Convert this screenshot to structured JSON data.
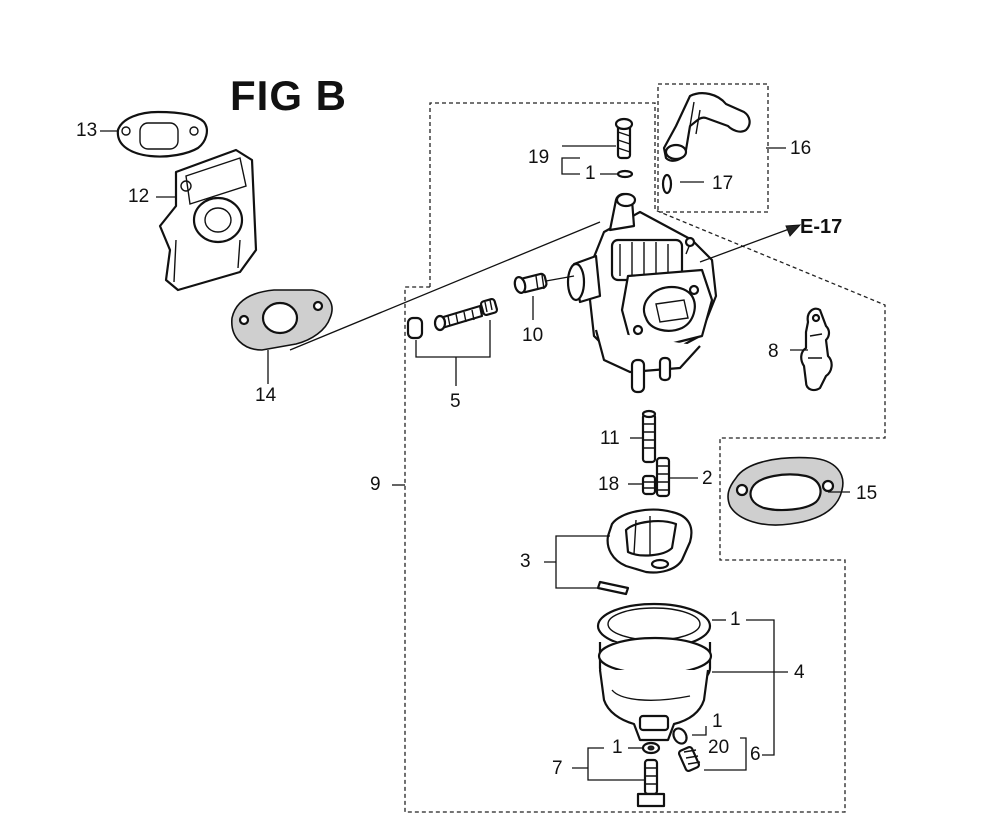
{
  "figure": {
    "title": "FIG B",
    "reference_label": "E-17"
  },
  "callouts": {
    "c13": "13",
    "c12": "12",
    "c14": "14",
    "c19": "19",
    "c1_top": "1",
    "c16": "16",
    "c17": "17",
    "c10": "10",
    "c5": "5",
    "c8": "8",
    "c9": "9",
    "c11": "11",
    "c18": "18",
    "c2": "2",
    "c15": "15",
    "c3": "3",
    "c1_bowl": "1",
    "c4": "4",
    "c1_drain": "1",
    "c20": "20",
    "c6": "6",
    "c1_washer": "1",
    "c7": "7"
  }
}
